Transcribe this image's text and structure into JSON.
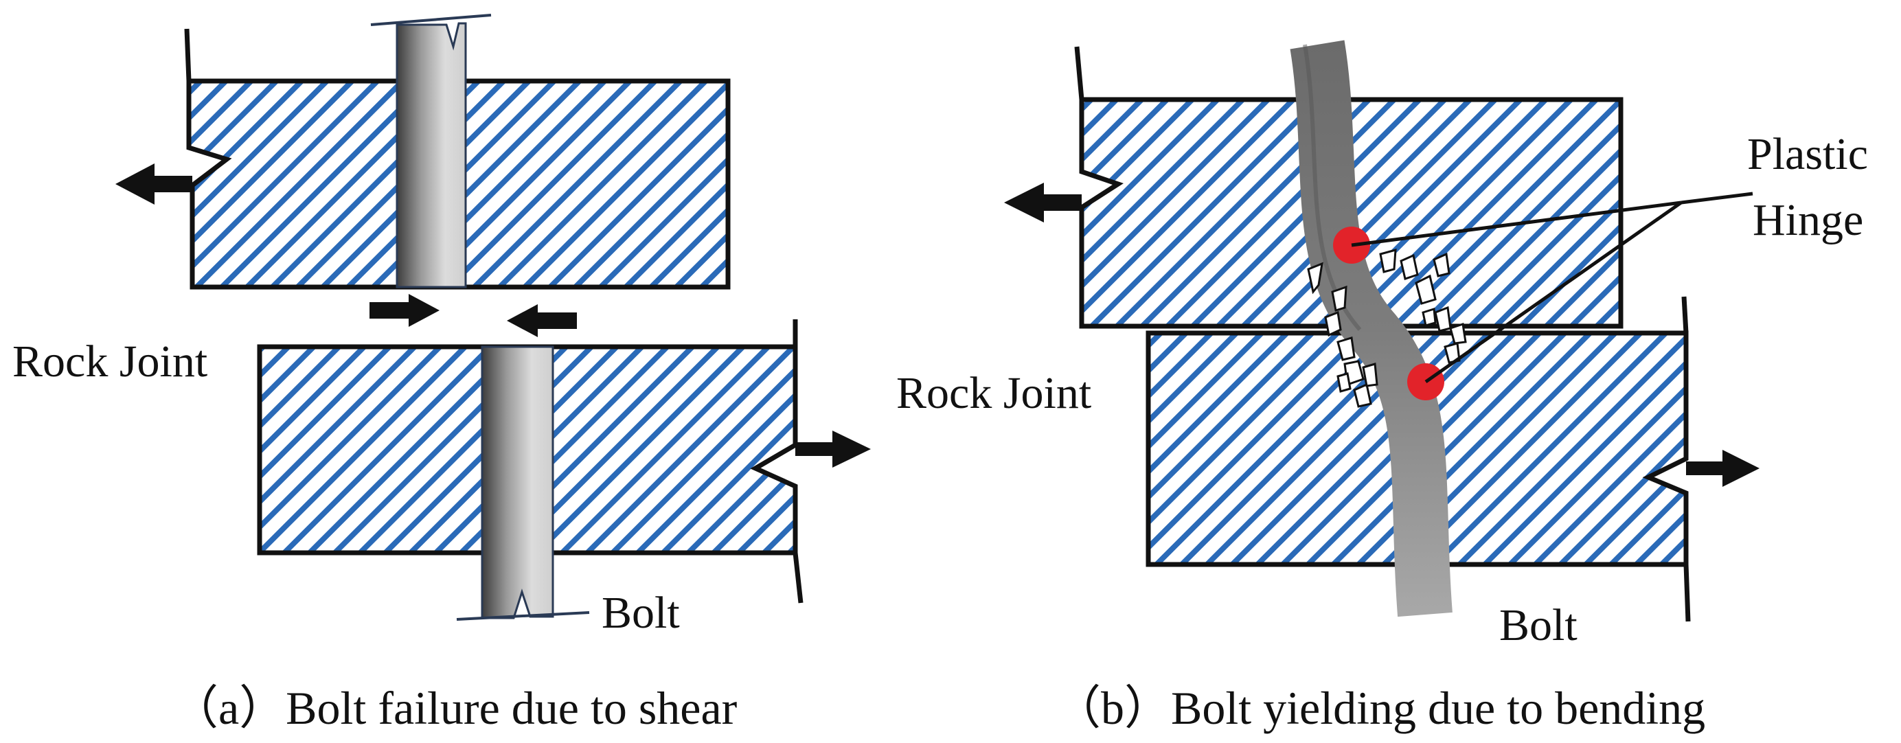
{
  "panel_a": {
    "label_rock_joint": "Rock Joint",
    "label_bolt": "Bolt",
    "caption": "（a）Bolt failure due to shear"
  },
  "panel_b": {
    "label_plastic": "Plastic",
    "label_hinge": "Hinge",
    "label_rock_joint": "Rock Joint",
    "label_bolt": "Bolt",
    "caption": "（b）Bolt yielding due to bending"
  },
  "colors": {
    "hatch_blue": "#2a6ab8",
    "outline": "#111111",
    "hinge_red": "#e2232a",
    "bolt_gray": "#8c8c8c"
  },
  "icons": [
    "arrow-left-icon",
    "arrow-right-icon",
    "plastic-hinge-dot-icon"
  ]
}
